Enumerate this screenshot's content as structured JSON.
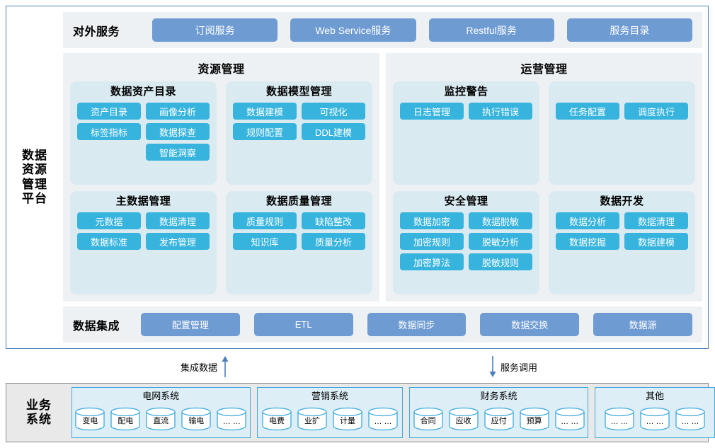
{
  "platform": {
    "label": "数据\n资源\n管理\n平台",
    "label_lines": [
      "数据",
      "资源",
      "管理",
      "平台"
    ],
    "external_services": {
      "title": "对外服务",
      "buttons": [
        "订阅服务",
        "Web Service服务",
        "Restful服务",
        "服务目录"
      ]
    },
    "panels": [
      {
        "title": "资源管理",
        "rows": [
          [
            {
              "title": "数据资产目录",
              "chips": [
                [
                  "资产目录",
                  "画像分析"
                ],
                [
                  "标签指标",
                  "数据探查"
                ],
                [
                  "",
                  "智能洞察"
                ]
              ]
            },
            {
              "title": "数据模型管理",
              "chips": [
                [
                  "数据建模",
                  "可视化"
                ],
                [
                  "规则配置",
                  "DDL建模"
                ]
              ]
            }
          ],
          [
            {
              "title": "主数据管理",
              "chips": [
                [
                  "元数据",
                  "数据清理"
                ],
                [
                  "数据标准",
                  "发布管理"
                ]
              ]
            },
            {
              "title": "数据质量管理",
              "chips": [
                [
                  "质量规则",
                  "缺陷整改"
                ],
                [
                  "知识库",
                  "质量分析"
                ]
              ]
            }
          ]
        ]
      },
      {
        "title": "运营管理",
        "rows": [
          [
            {
              "title": "监控警告",
              "chips": [
                [
                  "日志管理",
                  "执行错误"
                ]
              ]
            },
            {
              "title": "",
              "chips": [
                [
                  "任务配置",
                  "调度执行"
                ]
              ]
            }
          ],
          [
            {
              "title": "安全管理",
              "chips": [
                [
                  "数据加密",
                  "数据脱敏"
                ],
                [
                  "加密规则",
                  "脱敏分析"
                ],
                [
                  "加密算法",
                  "脱敏规则"
                ]
              ]
            },
            {
              "title": "数据开发",
              "chips": [
                [
                  "数据分析",
                  "数据清理"
                ],
                [
                  "数据挖掘",
                  "数据建模"
                ]
              ]
            }
          ]
        ]
      }
    ],
    "integration": {
      "title": "数据集成",
      "buttons": [
        "配置管理",
        "ETL",
        "数据同步",
        "数据交换",
        "数据源"
      ]
    }
  },
  "connectors": [
    {
      "label": "集成数据",
      "direction": "up",
      "icon": "arrow-up-icon"
    },
    {
      "label": "服务调用",
      "direction": "down",
      "icon": "arrow-down-icon"
    }
  ],
  "business": {
    "label_lines": [
      "业务",
      "系统"
    ],
    "groups": [
      {
        "title": "电网系统",
        "databases": [
          "变电",
          "配电",
          "直流",
          "输电",
          "… …"
        ]
      },
      {
        "title": "营销系统",
        "databases": [
          "电费",
          "业扩",
          "计量",
          "… …"
        ]
      },
      {
        "title": "财务系统",
        "databases": [
          "合同",
          "应收",
          "应付",
          "预算",
          "… …"
        ]
      },
      {
        "title": "其他",
        "databases": [
          "… …",
          "… …",
          "… …"
        ]
      }
    ]
  },
  "colors": {
    "frame_border": "#4a7ebc",
    "strip_bg": "#eef1f4",
    "panel_bg": "#eef1f4",
    "group_bg": "#d9eaf1",
    "chip_blue": "#37b4de",
    "service_blue": "#6e9bd2",
    "business_bg": "#e9e9e9",
    "business_border": "#8a8a8a",
    "db_border": "#3eaadc",
    "biz_group_bg": "#ddeef6",
    "arrow_blue": "#4a7ebc"
  }
}
